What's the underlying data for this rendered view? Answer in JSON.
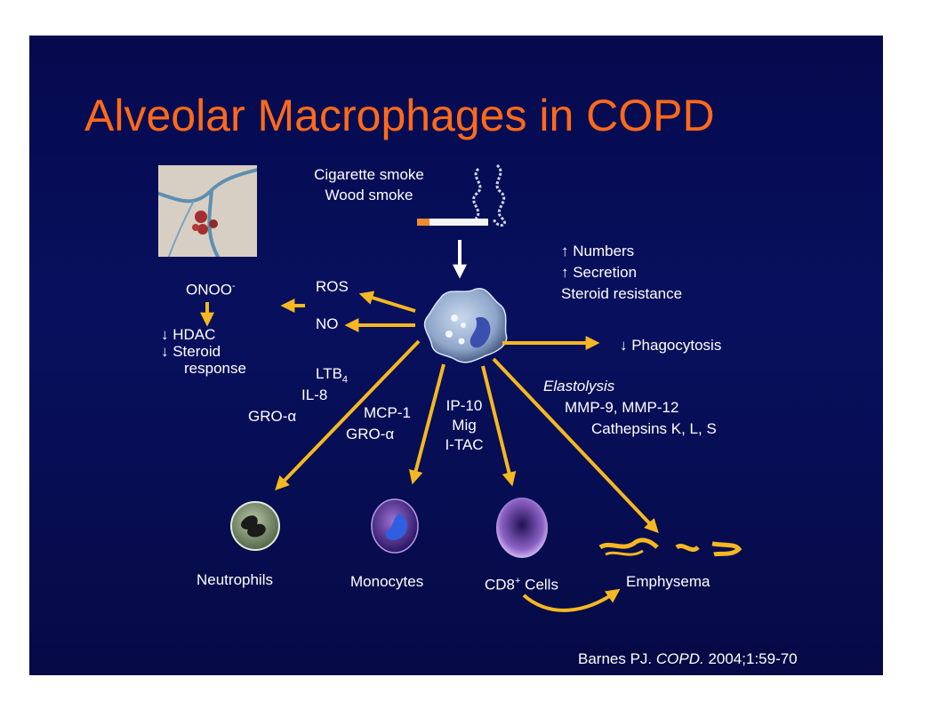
{
  "title": "Alveolar Macrophages in COPD",
  "labels": {
    "smoke1": "Cigarette smoke",
    "smoke2": "Wood smoke",
    "numbers": "↑ Numbers",
    "secretion": "↑ Secretion",
    "steroid_resistance": "Steroid resistance",
    "onoo": "ONOO",
    "onoo_sup": "-",
    "ros": "ROS",
    "no": "NO",
    "hdac": "↓ HDAC",
    "steroid": "↓ Steroid",
    "response": "response",
    "phagocytosis": "↓ Phagocytosis",
    "ltb4": "LTB",
    "ltb4_sub": "4",
    "il8": "IL-8",
    "gro_a1": "GRO-α",
    "mcp1": "MCP-1",
    "gro_a2": "GRO-α",
    "ip10": "IP-10",
    "mig": "Mig",
    "itac": "I-TAC",
    "elastolysis": "Elastolysis",
    "mmp": "MMP-9, MMP-12",
    "cathepsins": "Cathepsins K, L, S",
    "neutrophils": "Neutrophils",
    "monocytes": "Monocytes",
    "cd8": "CD8",
    "cd8_sup": "+",
    "cd8_rest": " Cells",
    "emphysema": "Emphysema"
  },
  "citation": {
    "author": "Barnes PJ. ",
    "journal": "COPD.",
    "rest": " 2004;1:59-70"
  },
  "colors": {
    "background": "#06104f",
    "title": "#ff6a1a",
    "arrow": "#f5b820",
    "text": "#ffffff"
  }
}
